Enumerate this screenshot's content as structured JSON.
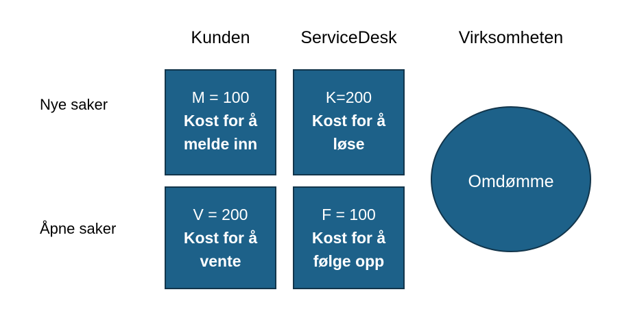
{
  "diagram": {
    "column_headers": [
      {
        "id": "kunden",
        "label": "Kunden"
      },
      {
        "id": "servicedesk",
        "label": "ServiceDesk"
      },
      {
        "id": "virksomheten",
        "label": "Virksomheten"
      }
    ],
    "row_labels": [
      {
        "id": "nye-saker",
        "label": "Nye saker"
      },
      {
        "id": "apne-saker",
        "label": "Åpne saker"
      }
    ],
    "boxes": [
      {
        "id": "kunden-nye",
        "metric": "M = 100",
        "caption_line1": "Kost for å",
        "caption_line2": "melde inn"
      },
      {
        "id": "servicedesk-nye",
        "metric": "K=200",
        "caption_line1": "Kost for å",
        "caption_line2": "løse"
      },
      {
        "id": "kunden-apne",
        "metric": "V = 200",
        "caption_line1": "Kost for å",
        "caption_line2": "vente"
      },
      {
        "id": "servicedesk-apne",
        "metric": "F = 100",
        "caption_line1": "Kost for å",
        "caption_line2": "følge opp"
      }
    ],
    "ellipse": {
      "id": "omdomme",
      "label": "Omdømme"
    },
    "colors": {
      "shape_fill": "#1d6189",
      "shape_border": "#12354b",
      "shape_text": "#ffffff",
      "label_text": "#000000",
      "background": "#ffffff"
    }
  }
}
